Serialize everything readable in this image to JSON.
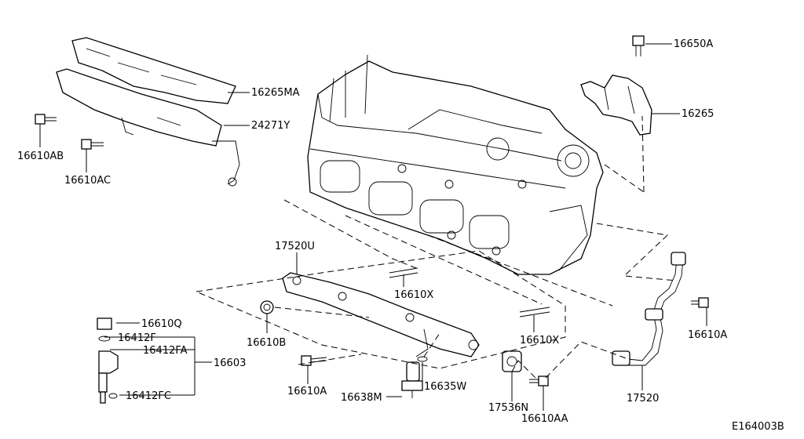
{
  "labels": {
    "p16650A": "16650A",
    "p16265MA": "16265MA",
    "p24271Y": "24271Y",
    "p16265": "16265",
    "p16610AB": "16610AB",
    "p16610AC": "16610AC",
    "p17520U": "17520U",
    "p16610X_1": "16610X",
    "p16610X_2": "16610X",
    "p16610Q": "16610Q",
    "p16412F": "16412F",
    "p16412FA": "16412FA",
    "p16603": "16603",
    "p16412FC": "16412FC",
    "p16610B": "16610B",
    "p16610A_1": "16610A",
    "p16610A_2": "16610A",
    "p16638M": "16638M",
    "p16635W": "16635W",
    "p17536N": "17536N",
    "p16610AA": "16610AA",
    "p17520": "17520"
  },
  "diagram_code": "E164003B"
}
